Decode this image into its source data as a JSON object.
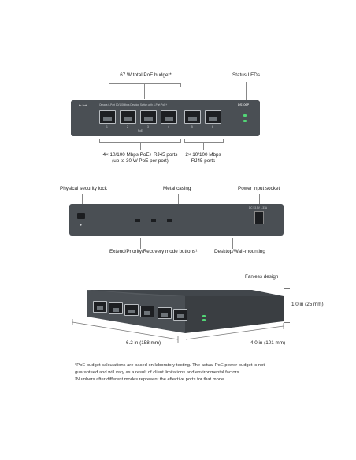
{
  "front": {
    "poe_budget": "67 W total PoE budget*",
    "status_leds": "Status LEDs",
    "poe_ports": [
      "4× 10/100 Mbps PoE+ RJ45 ports",
      "(up to 30 W PoE per port)"
    ],
    "rj45_ports": [
      "2× 10/100 Mbps",
      "RJ45 ports"
    ],
    "brand": "tp-link",
    "model": "DS106P",
    "panel_desc": "Omada 6-Port 10/100Mbps Desktop Switch with 4-Port PoE+",
    "port_numbers": [
      "1",
      "2",
      "3",
      "4",
      "5",
      "6"
    ],
    "poe_tag": "PoE"
  },
  "back": {
    "security_lock": "Physical security lock",
    "metal_casing": "Metal casing",
    "power_socket": "Power input socket",
    "mode_buttons": "Extend/Priority/Recovery mode buttons¹",
    "mounting": "Desktop/Wall-mounting",
    "power_spec": "DC 53.5V 1.31A"
  },
  "angled": {
    "fanless": "Fanless design",
    "height": "1.0 in (25 mm)",
    "width": "6.2 in (158 mm)",
    "depth": "4.0 in (101 mm)"
  },
  "footnotes": [
    "*PoE budget calculations are based on laboratory testing. The actual PoE power budget is not",
    "guaranteed and will vary as a result of client limitations and environmental factors.",
    "¹Numbers after different modes represent the effective ports for that mode."
  ],
  "colors": {
    "housing": "#4a4f54",
    "led": "#52d676"
  }
}
